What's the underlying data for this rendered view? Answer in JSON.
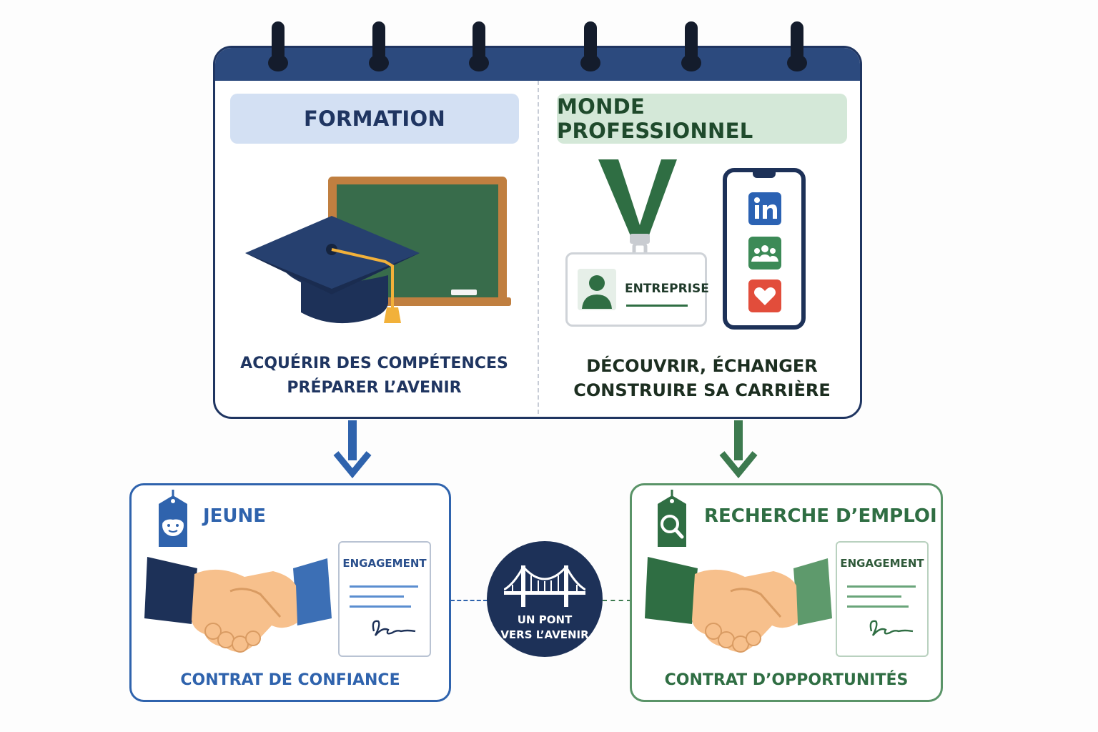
{
  "formation": {
    "title": "FORMATION",
    "caption_line1": "ACQUÉRIR DES COMPÉTENCES",
    "caption_line2": "PRÉPARER L’AVENIR"
  },
  "monde_pro": {
    "title": "MONDE PROFESSIONNEL",
    "badge_label": "ENTREPRISE",
    "caption_line1": "DÉCOUVRIR, ÉCHANGER",
    "caption_line2": "CONSTRUIRE SA CARRIÈRE"
  },
  "jeune": {
    "title": "JEUNE",
    "doc_title": "ENGAGEMENT",
    "footer": "CONTRAT DE CONFIANCE"
  },
  "emploi": {
    "title": "RECHERCHE D’EMPLOI",
    "doc_title": "ENGAGEMENT",
    "footer": "CONTRAT D’OPPORTUNITÉS"
  },
  "bridge": {
    "line1": "UN PONT",
    "line2": "VERS L’AVENIR"
  },
  "colors": {
    "navy": "#1f3561",
    "blue": "#2f63ad",
    "green": "#2f6e43",
    "light_blue": "#d3e0f3",
    "light_green": "#d4e8d8"
  }
}
